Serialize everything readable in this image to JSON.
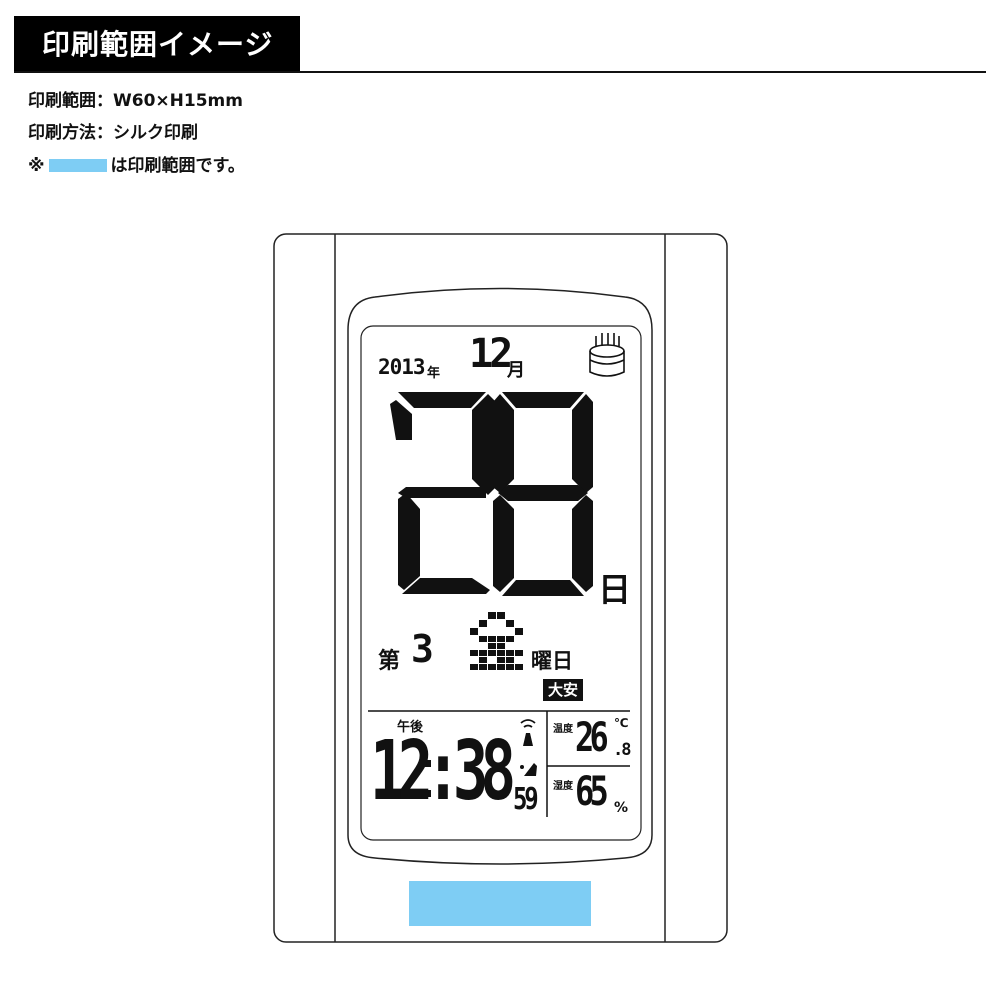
{
  "header": {
    "title": "印刷範囲イメージ"
  },
  "info": {
    "range": "印刷範囲：W60×H15mm",
    "method": "印刷方法：シルク印刷",
    "note_prefix": "※",
    "note_suffix": "は印刷範囲です。"
  },
  "colors": {
    "print_area": "#7ecdf4",
    "header_bg": "#000000"
  },
  "clock": {
    "year": "2013",
    "year_unit": "年",
    "month": "12",
    "month_unit": "月",
    "day": "28",
    "day_unit": "日",
    "week_prefix": "第",
    "week_number": "3",
    "weekday_unit": "曜日",
    "rokuyo": "大安",
    "ampm": "午後",
    "time": "12:38",
    "seconds": "59",
    "temperature_label": "温度",
    "temperature": "26",
    "temperature_decimal": ".8",
    "temperature_unit": "℃",
    "humidity_label": "湿度",
    "humidity": "65",
    "humidity_unit": "%",
    "icons": [
      "birthday-cake-icon",
      "radio-signal-icon",
      "alarm-bell-icon",
      "weekday-kanji-dot-matrix"
    ]
  }
}
